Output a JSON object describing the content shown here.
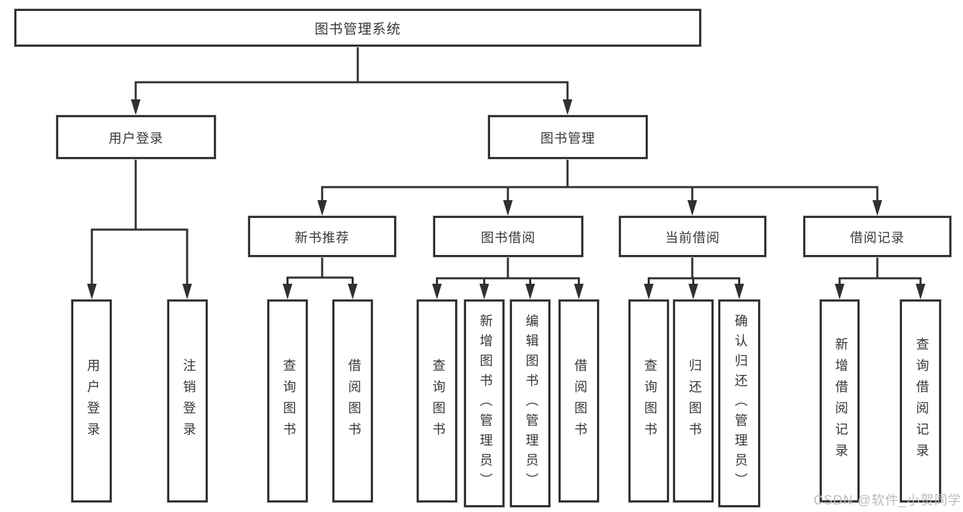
{
  "diagram": {
    "title": "图书管理系统",
    "branches": [
      {
        "label": "用户登录",
        "children": [
          "用户登录",
          "注销登录"
        ]
      },
      {
        "label": "图书管理",
        "modules": [
          {
            "label": "新书推荐",
            "children": [
              "查询图书",
              "借阅图书"
            ]
          },
          {
            "label": "图书借阅",
            "children": [
              "查询图书",
              "新增图书（管理员）",
              "编辑图书（管理员）",
              "借阅图书"
            ]
          },
          {
            "label": "当前借阅",
            "children": [
              "查询图书",
              "归还图书",
              "确认归还（管理员）"
            ]
          },
          {
            "label": "借阅记录",
            "children": [
              "新增借阅记录",
              "查询借阅记录"
            ]
          }
        ]
      }
    ]
  },
  "watermark": {
    "text": "CSDN @软件_小贺同学"
  },
  "colors": {
    "line": "#303030",
    "text": "#383838",
    "watermark": "#bdbdbd",
    "background": "#ffffff"
  }
}
